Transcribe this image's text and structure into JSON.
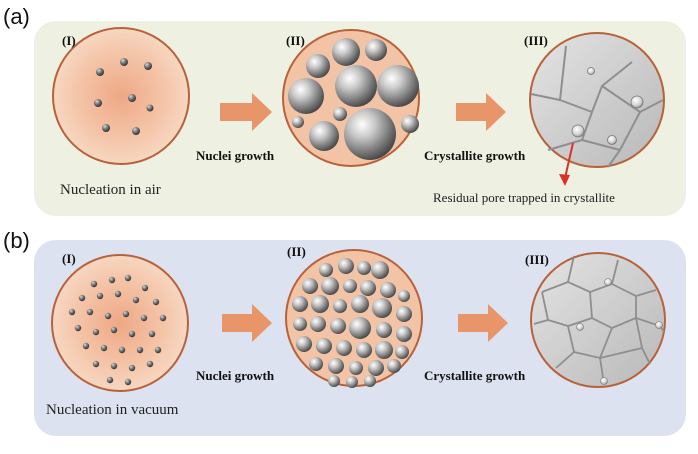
{
  "panels": [
    {
      "letter": "(a)",
      "stages": [
        "(I)",
        "(II)",
        "(III)"
      ],
      "steps": [
        "Nuclei growth",
        "Crystallite growth"
      ],
      "caption": "Nucleation in air",
      "note": "Residual pore trapped in crystallite"
    },
    {
      "letter": "(b)",
      "stages": [
        "(I)",
        "(II)",
        "(III)"
      ],
      "steps": [
        "Nuclei growth",
        "Crystallite growth"
      ],
      "caption": "Nucleation in vacuum"
    }
  ],
  "colors": {
    "panel_a_bg": "#eef0e2",
    "panel_b_bg": "#dce2ef",
    "arrow": "#e8956a",
    "circle_fill": "#f3c3a5",
    "circle_rim": "#b8623a",
    "pointer": "#d9322b"
  }
}
